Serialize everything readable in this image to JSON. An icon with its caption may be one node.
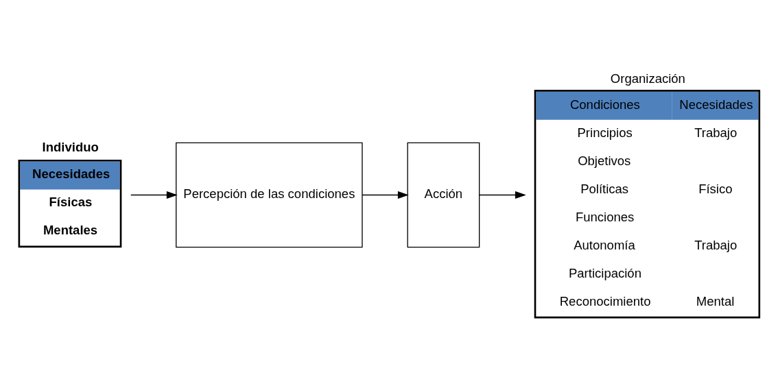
{
  "diagram": {
    "nodes": [
      {
        "text": [
          "Individuo",
          "Necesidades",
          "Físicas",
          "Mentales"
        ]
      },
      {
        "text": [
          "Percepción de las condiciones"
        ]
      },
      {
        "text": [
          "Acción"
        ]
      },
      {
        "text": [
          "Organización",
          "Condiciones",
          "Necesidades",
          "Principios",
          "Trabajo",
          "Objetivos",
          "Políticas",
          "Físico",
          "Funciones",
          "Autonomía",
          "Trabajo",
          "Participación",
          "Reconocimiento",
          "Mental"
        ]
      }
    ],
    "edges": [
      {
        "from": 0,
        "to": 1,
        "arrow": "to"
      },
      {
        "from": 1,
        "to": 2,
        "arrow": "to"
      },
      {
        "from": 2,
        "to": 3,
        "arrow": "to"
      }
    ]
  }
}
